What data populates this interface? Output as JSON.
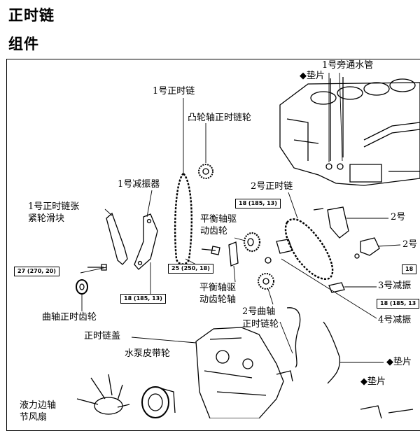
{
  "page": {
    "title": "正时链",
    "subtitle": "组件"
  },
  "labels": {
    "bypass_pipe": "1号旁通水管",
    "gasket_top": "◆垫片",
    "chain1": "1号正时链",
    "cam_sprocket": "凸轮轴正时链轮",
    "damper1": "1号减振器",
    "chain2": "2号正时链",
    "tensioner_slipper_1": "1号正时链张",
    "tensioner_slipper_2": "紧轮滑块",
    "balance_gear_1": "平衡轴驱",
    "balance_gear_2": "动齿轮",
    "balance_gear_shaft_1": "平衡轴驱",
    "balance_gear_shaft_2": "动齿轮轴",
    "crank_gear": "曲轴正时齿轮",
    "crank_sprocket2_1": "2号曲轴",
    "crank_sprocket2_2": "正时链轮",
    "cover": "正时链盖",
    "pump_pulley": "水泵皮带轮",
    "damper3": "3号减振",
    "damper4": "4号减振",
    "right_2a": "2号",
    "right_2b": "2号",
    "gasket_right": "◆垫片",
    "gasket_bottom": "◆垫片",
    "fluid_coupling_1": "液力边轴",
    "fluid_coupling_2": "节风扇"
  },
  "torques": {
    "t1": "27 (270, 20)",
    "t2": "18 (185, 13)",
    "t3": "25 (250, 18)",
    "t4": "18 (185, 13)",
    "t5": "18",
    "t6": "18 (185, 13"
  }
}
